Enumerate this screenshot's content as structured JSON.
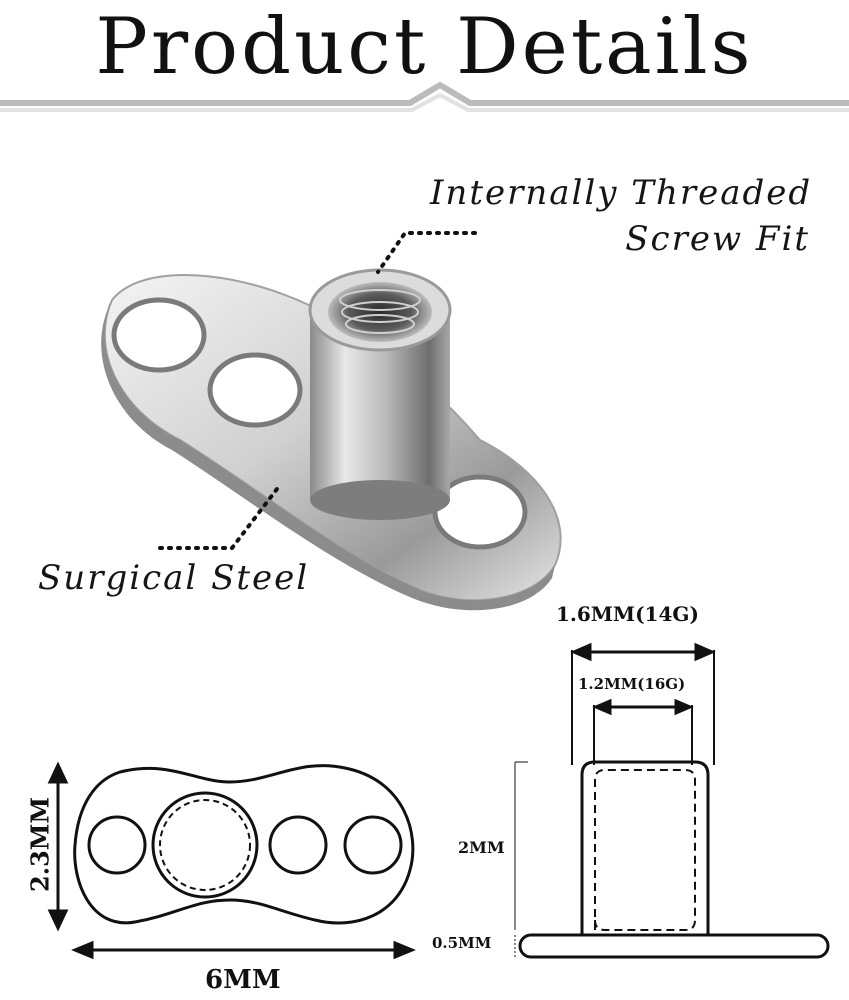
{
  "header": {
    "title": "Product Details"
  },
  "callouts": {
    "thread_line1": "Internally Threaded",
    "thread_line2": "Screw Fit",
    "material": "Surgical Steel"
  },
  "dimensions": {
    "post_outer": "1.6MM(14G)",
    "post_inner": "1.2MM(16G)",
    "post_height": "2MM",
    "base_thickness": "0.5MM",
    "base_height": "2.3MM",
    "base_width": "6MM"
  }
}
